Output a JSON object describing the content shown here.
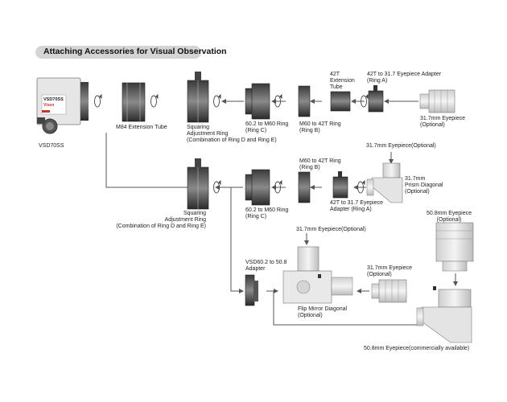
{
  "title": "Attaching Accessories for Visual Observation",
  "camera": {
    "label": "VSD70SS",
    "body_text": "VSD70SS",
    "brand": "Vixen"
  },
  "labels": {
    "m84_ext": "M84 Extension Tube",
    "sq1": "Squaring\nAdjustment Ring\n(Combination of Ring D and Ring E)",
    "ring_c1": "60.2 to M60 Ring\n(Ring C)",
    "ring_b1": "M60 to 42T Ring\n(Ring B)",
    "ext42": "42T\nExtension\nTube",
    "adapter_a1": "42T to 31.7 Eyepiece Adapter\n(Ring A)",
    "ep1": "31.7mm Eyepiece\n(Optional)",
    "ep2": "31.7mm Eyepiece(Optional)",
    "ring_b2": "M60 to 42T Ring\n(Ring B)",
    "prism": "31.7mm\nPrism Diagonal\n(Optional)",
    "adapter_a2": "42T to 31.7 Eyepiece\nAdapter (Ring A)",
    "sq2": "Squaring\nAdjustment Ring\n(Combination of Ring D and Ring E)",
    "ring_c2": "60.2 to M60 Ring\n(Ring C)",
    "ep508": "50.8mm Eyepiece\n(Optional)",
    "ep3": "31.7mm Eyepiece(Optional)",
    "vsd_adapter": "VSD60.2 to 50.8\nAdapter",
    "ep4": "31.7mm Eyepiece\n(Optional)",
    "flip": "Flip Mirror Diagonal\n(Optional)",
    "diag508": "50.8mm Eyepiece(commercially available)"
  },
  "icons": [
    "rotate-arrow-icon",
    "arrow-left-icon",
    "arrow-down-icon"
  ]
}
